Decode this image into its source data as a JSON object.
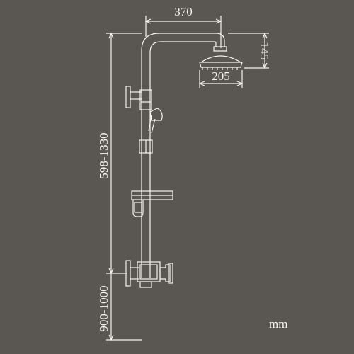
{
  "dimensions": {
    "arm_width": "370",
    "head_height": "145",
    "head_diameter": "205",
    "adjustable_height": "598-1330",
    "mixer_height": "900-1000"
  },
  "unit": "mm",
  "colors": {
    "background": "#5a5752",
    "lines": "#f4f2ee"
  }
}
